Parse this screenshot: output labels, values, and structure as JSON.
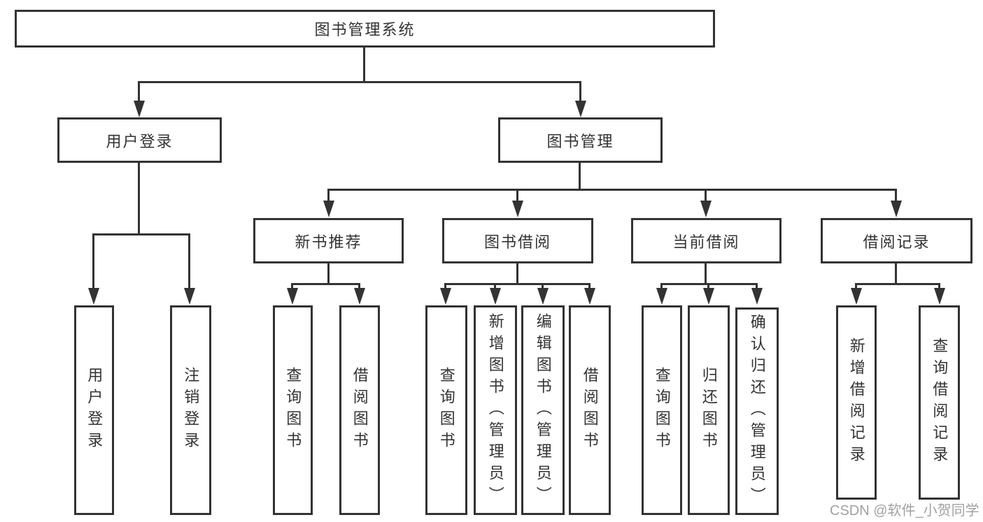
{
  "nodes": {
    "root": {
      "label": "图书管理系统"
    },
    "user_login": {
      "label": "用户登录"
    },
    "book_management": {
      "label": "图书管理"
    },
    "user_login_action": {
      "label": "用户登录"
    },
    "logout_action": {
      "label": "注销登录"
    },
    "new_book_recommend": {
      "label": "新书推荐"
    },
    "book_borrowing": {
      "label": "图书借阅"
    },
    "current_borrowing": {
      "label": "当前借阅"
    },
    "borrowing_records": {
      "label": "借阅记录"
    },
    "nbr_query_books": {
      "label": "查询图书"
    },
    "nbr_borrow_books": {
      "label": "借阅图书"
    },
    "bb_query_books": {
      "label": "查询图书"
    },
    "bb_add_books": {
      "label": "新增图书（管理员）"
    },
    "bb_edit_books": {
      "label": "编辑图书（管理员）"
    },
    "bb_borrow_books": {
      "label": "借阅图书"
    },
    "cb_query_books": {
      "label": "查询图书"
    },
    "cb_return_books": {
      "label": "归还图书"
    },
    "cb_confirm_return": {
      "label": "确认归还（管理员）"
    },
    "br_add_record": {
      "label": "新增借阅记录"
    },
    "br_query_record": {
      "label": "查询借阅记录"
    }
  },
  "hierarchy": {
    "图书管理系统": {
      "用户登录": [
        "用户登录",
        "注销登录"
      ],
      "图书管理": {
        "新书推荐": [
          "查询图书",
          "借阅图书"
        ],
        "图书借阅": [
          "查询图书",
          "新增图书（管理员）",
          "编辑图书（管理员）",
          "借阅图书"
        ],
        "当前借阅": [
          "查询图书",
          "归还图书",
          "确认归还（管理员）"
        ],
        "借阅记录": [
          "新增借阅记录",
          "查询借阅记录"
        ]
      }
    }
  },
  "watermark": {
    "text": "CSDN @软件_小贺同学"
  },
  "colors": {
    "line": "#333333",
    "text": "#333333",
    "background": "#ffffff",
    "watermark": "#919191"
  }
}
